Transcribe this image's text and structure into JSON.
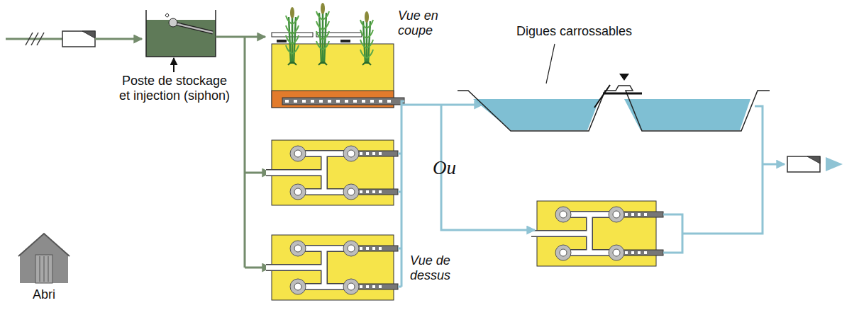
{
  "diagram": {
    "nodes": [
      {
        "text": [
          "Vue en coupe"
        ]
      },
      {
        "text": [
          "Abri"
        ]
      }
    ],
    "labels": [
      "Poste de stockage et injection (siphon)",
      "Digues carrossables",
      "Ou",
      "Vue de dessus"
    ]
  }
}
